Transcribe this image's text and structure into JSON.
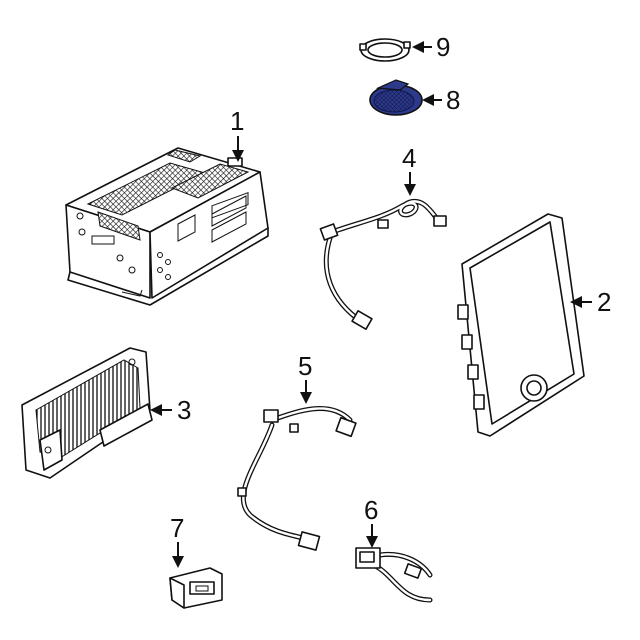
{
  "callouts": [
    {
      "id": "1",
      "label": "1"
    },
    {
      "id": "2",
      "label": "2"
    },
    {
      "id": "3",
      "label": "3"
    },
    {
      "id": "4",
      "label": "4"
    },
    {
      "id": "5",
      "label": "5"
    },
    {
      "id": "6",
      "label": "6"
    },
    {
      "id": "7",
      "label": "7"
    },
    {
      "id": "8",
      "label": "8"
    },
    {
      "id": "9",
      "label": "9"
    }
  ],
  "colors": {
    "highlight_part": "#2d3a8c",
    "highlight_mesh": "#1a2266",
    "line": "#111111",
    "background": "#ffffff"
  }
}
